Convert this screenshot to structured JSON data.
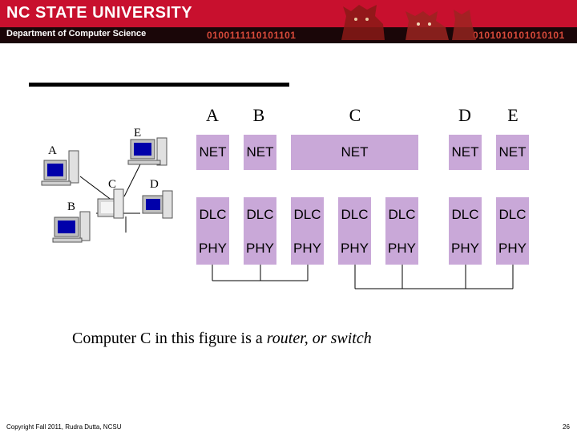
{
  "header": {
    "university": "NC STATE UNIVERSITY",
    "department": "Department of Computer Science",
    "binary_left": "0100111110101101",
    "binary_right": "0101010101010101"
  },
  "network": {
    "hosts": [
      "A",
      "B",
      "C",
      "D",
      "E"
    ]
  },
  "stack": {
    "columns": [
      "A",
      "B",
      "C",
      "D",
      "E"
    ],
    "net_label": "NET",
    "dlc_label": "DLC",
    "phy_label": "PHY"
  },
  "caption": {
    "prefix": "Computer C in this figure is a ",
    "emphasis": "router, or switch"
  },
  "footer": {
    "copyright": "Copyright Fall 2011, Rudra Dutta, NCSU",
    "page_number": "26"
  },
  "colors": {
    "banner": "#c8102e",
    "layer_fill": "#c9a8d8",
    "wire": "#000000"
  },
  "icons": [
    "computer-icon",
    "wolf-icon"
  ]
}
